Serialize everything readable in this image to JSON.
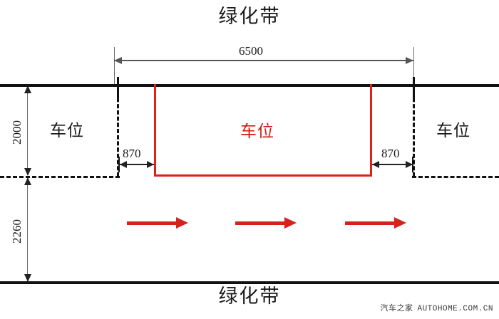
{
  "diagram": {
    "title_top": "绿化带",
    "title_bottom": "绿化带",
    "stall_left_label": "车位",
    "stall_right_label": "车位",
    "stall_center_label": "车位",
    "colors": {
      "red_accent": "#e01f18",
      "arrow_red": "#d4231b",
      "line_black": "#111111",
      "dim_gray": "#6b6b6b"
    }
  },
  "dimensions": {
    "width_total": "6500",
    "clearance_left": "870",
    "clearance_right": "870",
    "stall_depth": "2000",
    "drive_aisle": "2260"
  },
  "arrows": {
    "direction_count": 3,
    "direction": "right"
  },
  "watermark": {
    "cn": "汽车之家",
    "domain": "AUTOHOME.COM.CN"
  }
}
